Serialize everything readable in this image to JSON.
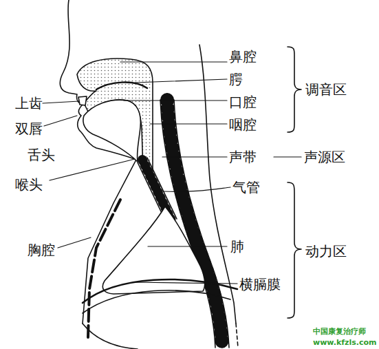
{
  "diagram": {
    "labels": [
      "鼻腔",
      "腭",
      "口腔",
      "咽腔",
      "调音区",
      "声带",
      "声源区",
      "气管",
      "肺",
      "动力区",
      "横膈膜",
      "上齿",
      "双唇",
      "舌头",
      "喉头",
      "胸腔",
      "中国康复治疗师",
      "www.kfzls.com"
    ]
  }
}
